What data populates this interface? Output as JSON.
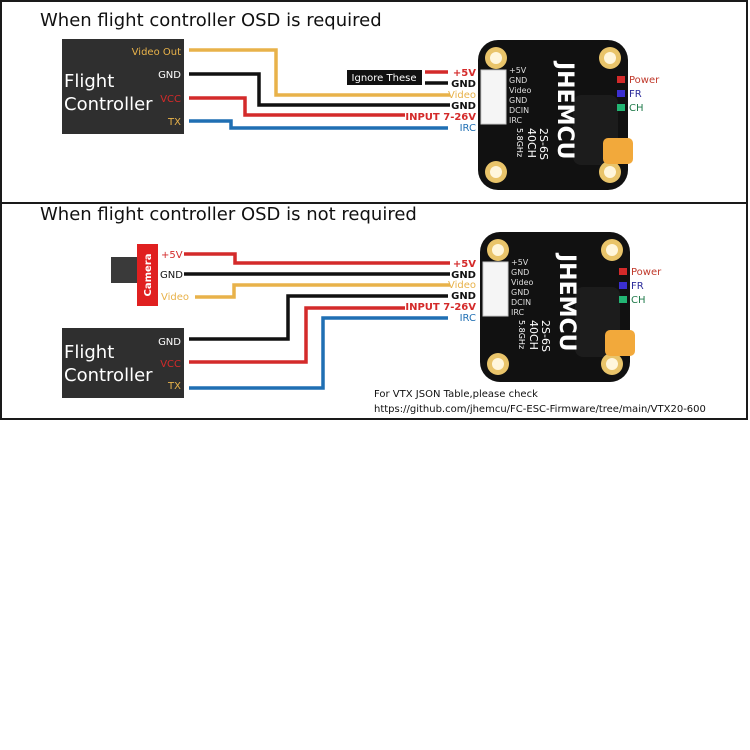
{
  "colors": {
    "video": "#e8b24a",
    "gnd": "#111111",
    "vcc": "#d42a2a",
    "tx": "#1f6fb3",
    "fc_box": "#2f2f2f",
    "camera_red": "#e02020",
    "camera_lens": "#3a3a3a",
    "pcb": "#111111",
    "pad": "#e9c46a",
    "connector": "#f5f5f5",
    "button": "#f2a93b",
    "led_power": "#d42a2a",
    "led_fr": "#3b2fd0",
    "led_ch": "#22b573",
    "label_power": "#c0392b",
    "label_fr": "#2a2a9a",
    "label_ch": "#1f7a4a"
  },
  "panel1": {
    "title": "When flight controller OSD is required",
    "fc": {
      "line1": "Flight",
      "line2": "Controller",
      "pins": [
        "Video Out",
        "GND",
        "VCC",
        "TX"
      ]
    },
    "ignore_label": "Ignore These",
    "vtx_pins": [
      "+5V",
      "GND",
      "Video",
      "GND",
      "INPUT 7-26V",
      "IRC"
    ]
  },
  "panel2": {
    "title": "When flight controller OSD is not required",
    "camera": {
      "label": "Camera",
      "pins": [
        "+5V",
        "GND",
        "Video"
      ]
    },
    "fc": {
      "line1": "Flight",
      "line2": "Controller",
      "pins": [
        "GND",
        "VCC",
        "TX"
      ]
    },
    "vtx_pins": [
      "+5V",
      "GND",
      "Video",
      "GND",
      "INPUT 7-26V",
      "IRC"
    ],
    "note_line1": "For VTX JSON Table,please check",
    "note_line2": "https://github.com/jhemcu/FC-ESC-Firmware/tree/main/VTX20-600"
  },
  "vtx": {
    "brand": "JHEMCU",
    "spec1": "2S-6S",
    "spec2": "40CH",
    "spec3": "5.8GHz",
    "silk_pins": [
      "+5V",
      "GND",
      "Video",
      "GND",
      "DCIN",
      "IRC"
    ],
    "leds": [
      {
        "label": "Power"
      },
      {
        "label": "FR"
      },
      {
        "label": "CH"
      }
    ]
  }
}
